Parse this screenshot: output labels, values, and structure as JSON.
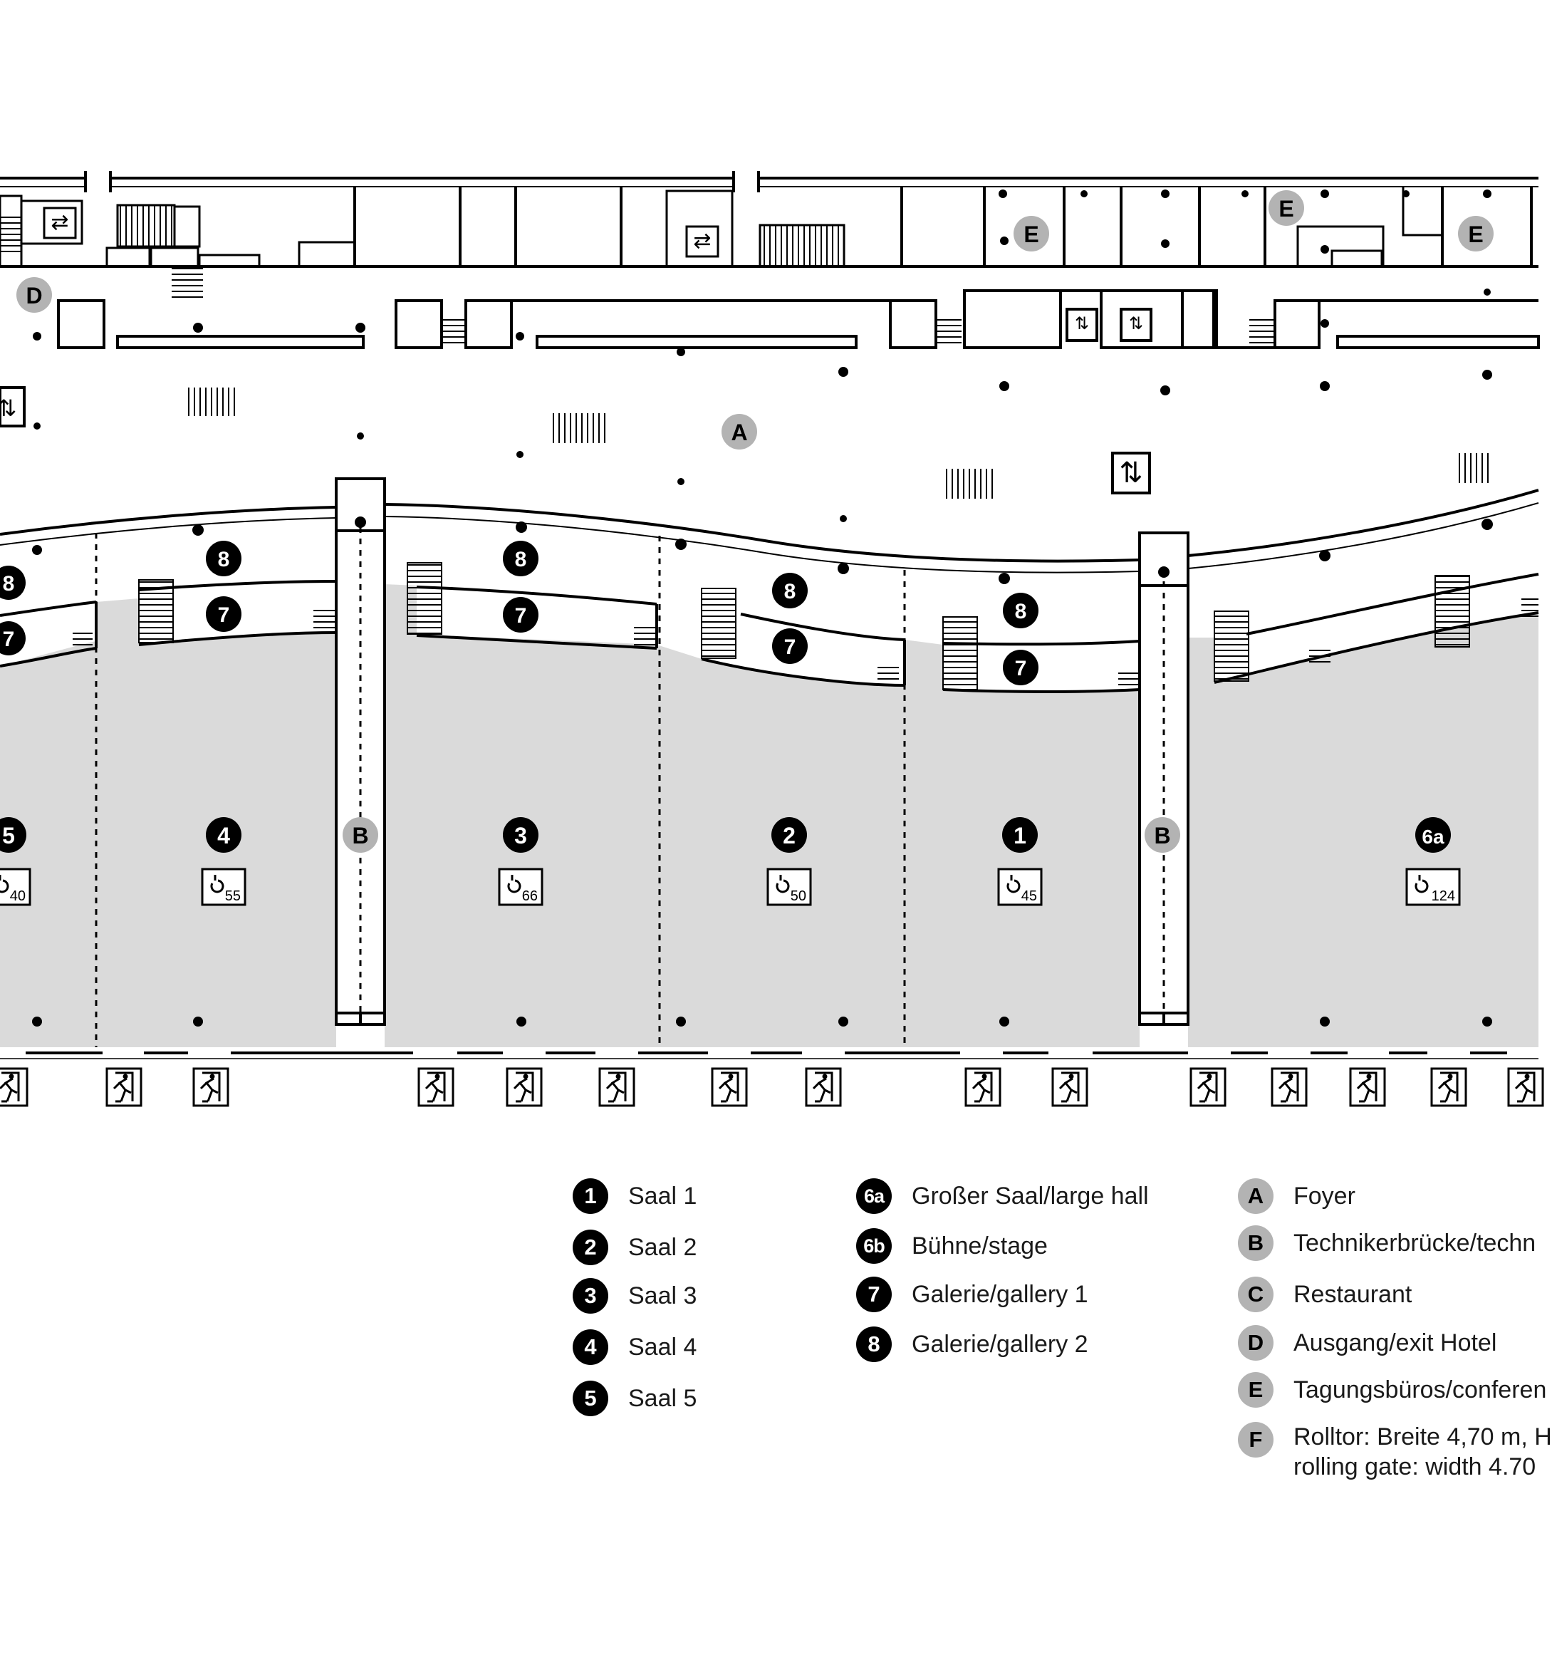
{
  "halls": [
    {
      "id": "5",
      "crane": "40"
    },
    {
      "id": "4",
      "crane": "55"
    },
    {
      "id": "3",
      "crane": "66"
    },
    {
      "id": "2",
      "crane": "50"
    },
    {
      "id": "1",
      "crane": "45"
    },
    {
      "id": "6a",
      "crane": "124"
    }
  ],
  "markers": {
    "foyer": "A",
    "bridge": "B",
    "hotel_exit": "D",
    "offices": "E",
    "gallery1": "7",
    "gallery2": "8"
  },
  "legend": {
    "col1": [
      {
        "key": "1",
        "label": "Saal 1"
      },
      {
        "key": "2",
        "label": "Saal 2"
      },
      {
        "key": "3",
        "label": "Saal 3"
      },
      {
        "key": "4",
        "label": "Saal 4"
      },
      {
        "key": "5",
        "label": "Saal 5"
      }
    ],
    "col2": [
      {
        "key": "6a",
        "label": "Großer Saal/large hall"
      },
      {
        "key": "6b",
        "label": "Bühne/stage"
      },
      {
        "key": "7",
        "label": "Galerie/gallery 1"
      },
      {
        "key": "8",
        "label": "Galerie/gallery 2"
      }
    ],
    "col3": [
      {
        "key": "A",
        "label": "Foyer"
      },
      {
        "key": "B",
        "label": "Technikerbrücke/techn"
      },
      {
        "key": "C",
        "label": "Restaurant"
      },
      {
        "key": "D",
        "label": "Ausgang/exit Hotel"
      },
      {
        "key": "E",
        "label": "Tagungsbüros/conferen"
      },
      {
        "key": "F",
        "label": "Rolltor: Breite 4,70 m, H",
        "label2": "rolling gate: width 4.70"
      }
    ]
  },
  "colors": {
    "hall_fill": "#dadada",
    "dark_badge": "#000000",
    "grey_badge": "#b3b3b3",
    "line": "#000000"
  },
  "icons": [
    "crane-hook-icon",
    "emergency-exit-icon",
    "elevator-icon",
    "escalator-icon",
    "stairs-icon",
    "column-dot-icon"
  ]
}
